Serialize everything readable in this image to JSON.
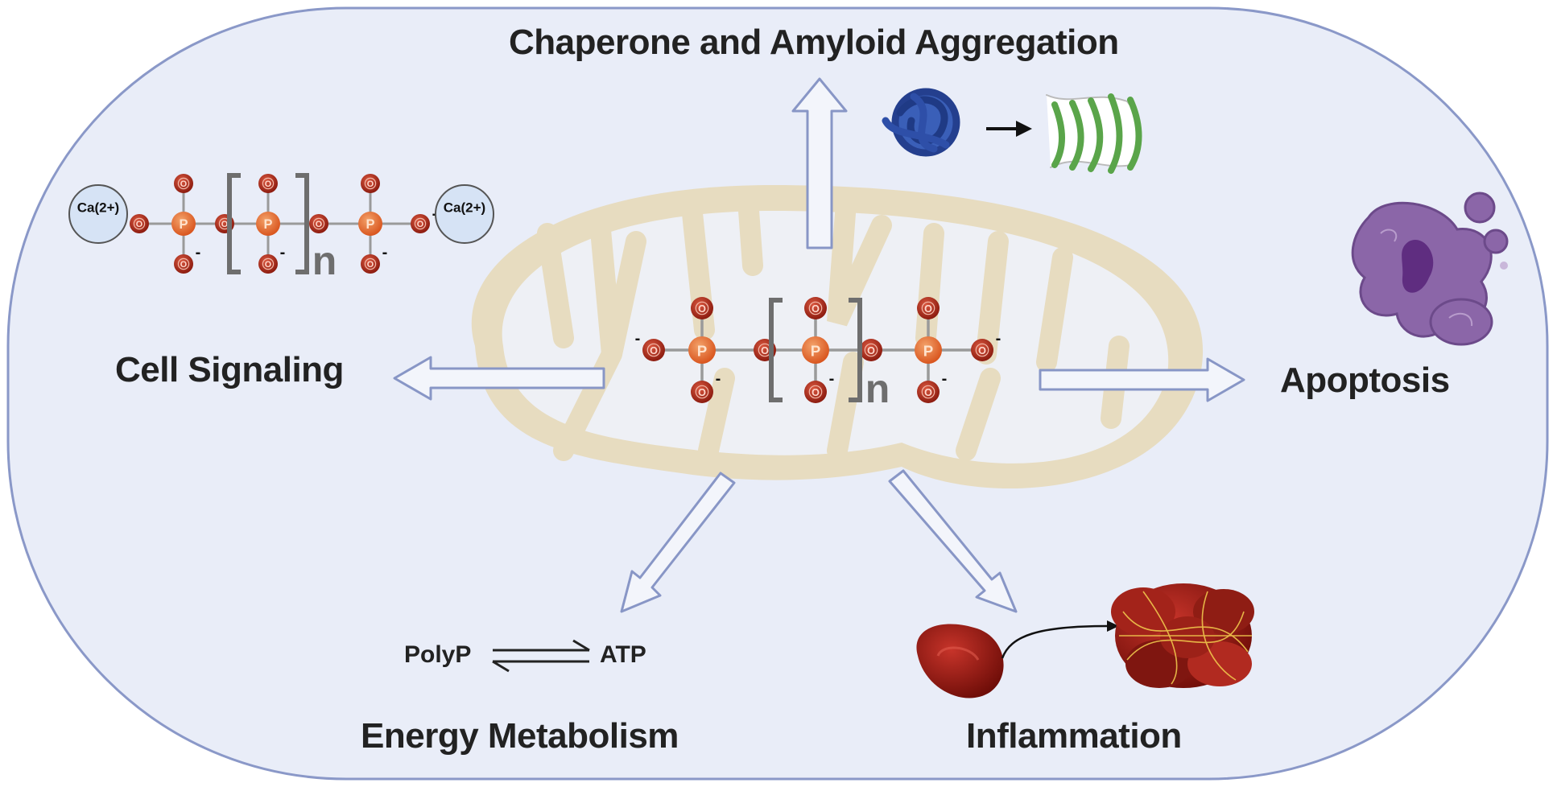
{
  "labels": {
    "chaperone": "Chaperone and Amyloid Aggregation",
    "cell_signaling": "Cell Signaling",
    "apoptosis": "Apoptosis",
    "energy": "Energy Metabolism",
    "inflammation": "Inflammation",
    "polyp": "PolyP",
    "atp": "ATP"
  },
  "chem": {
    "phosphorus": "P",
    "oxygen": "O",
    "repeat": "n",
    "calcium": "Ca(2+)",
    "charge": "-"
  },
  "colors": {
    "cell_fill": "#e9edf8",
    "cell_border": "#8a98c8",
    "mito": "#e7dcc0",
    "arrow_fill": "#f3f5fb",
    "arrow_stroke": "#8896c6",
    "phosphorus": "#e0642a",
    "oxygen": "#b7321f"
  }
}
